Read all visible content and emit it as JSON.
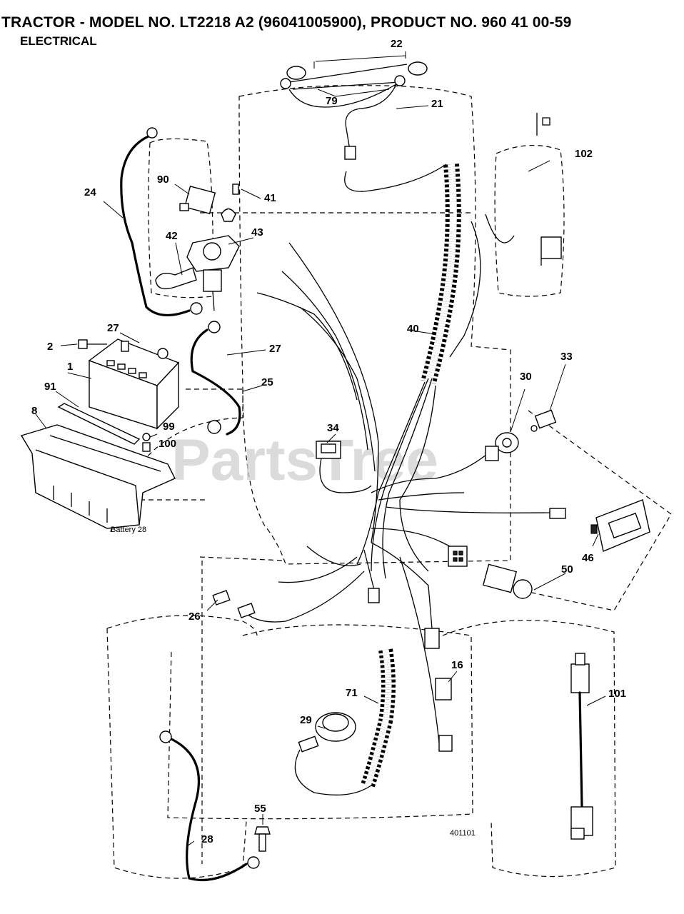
{
  "header": {
    "title": "TRACTOR - MODEL NO. LT2218 A2 (96041005900), PRODUCT NO. 960 41 00-59",
    "subtitle": "ELECTRICAL"
  },
  "watermark": "PartsTree",
  "drawing_ref": "401101",
  "battery_note": "Battery 28",
  "callouts": {
    "c1": "1",
    "c2": "2",
    "c8": "8",
    "c16": "16",
    "c21": "21",
    "c22": "22",
    "c24": "24",
    "c25": "25",
    "c26": "26",
    "c27a": "27",
    "c27b": "27",
    "c28": "28",
    "c29": "29",
    "c30": "30",
    "c33": "33",
    "c34": "34",
    "c40": "40",
    "c41": "41",
    "c42": "42",
    "c43": "43",
    "c46": "46",
    "c50": "50",
    "c55": "55",
    "c71": "71",
    "c79": "79",
    "c90": "90",
    "c91": "91",
    "c99": "99",
    "c100": "100",
    "c101": "101",
    "c102": "102"
  }
}
